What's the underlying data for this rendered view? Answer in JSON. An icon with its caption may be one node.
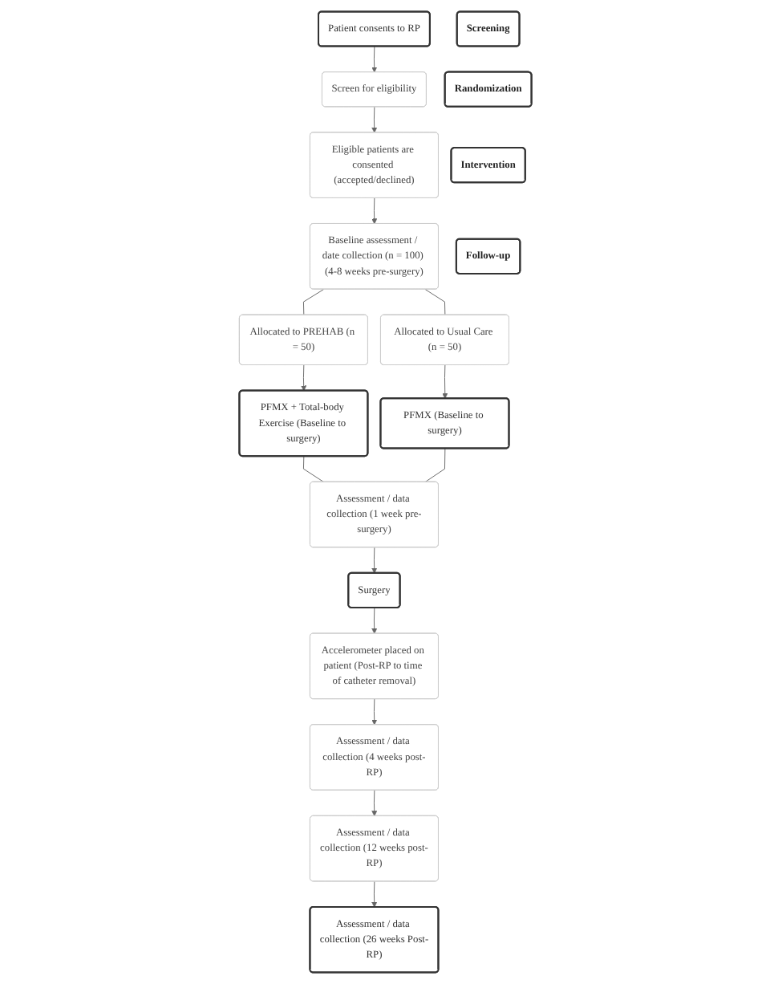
{
  "diagram": {
    "nodes": [
      {
        "text": [
          "Patient consents to RP"
        ]
      },
      {
        "text": [
          "Screen for eligibility"
        ]
      },
      {
        "text": [
          "Eligible patients are consented (accepted/declined)"
        ]
      },
      {
        "text": [
          "Baseline assessment / date collection (n = 100) (4-8 weeks pre-surgery)"
        ]
      },
      {
        "text": [
          "Allocated to PREHAB (n = 50)"
        ]
      },
      {
        "text": [
          "Allocated to Usual Care (n = 50)"
        ]
      },
      {
        "text": [
          "PFMX + Total-body Exercise (Baseline to surgery)"
        ]
      },
      {
        "text": [
          "PFMX (Baseline to surgery)"
        ]
      },
      {
        "text": [
          "Assessment / data collection (1 week pre-surgery)"
        ]
      },
      {
        "text": [
          "Surgery"
        ]
      },
      {
        "text": [
          "Accelerometer placed on patient (Post-RP to time of catheter removal)"
        ]
      },
      {
        "text": [
          "Assessment / data collection (4 weeks post-RP)"
        ]
      },
      {
        "text": [
          "Assessment / data collection (12 weeks post-RP)"
        ]
      },
      {
        "text": [
          "Assessment / data collection (26 weeks Post-RP)"
        ]
      },
      {
        "text": [
          "Screening"
        ]
      },
      {
        "text": [
          "Randomization"
        ]
      },
      {
        "text": [
          "Intervention"
        ]
      },
      {
        "text": [
          "Follow-up"
        ]
      }
    ],
    "edges": [
      {
        "from": 0,
        "to": 1,
        "arrow": "to"
      },
      {
        "from": 1,
        "to": 2,
        "arrow": "to"
      },
      {
        "from": 2,
        "to": 3,
        "arrow": "to"
      },
      {
        "from": 3,
        "to": 4,
        "arrow": "none"
      },
      {
        "from": 3,
        "to": 5,
        "arrow": "none"
      },
      {
        "from": 4,
        "to": 6,
        "arrow": "to"
      },
      {
        "from": 5,
        "to": 7,
        "arrow": "to"
      },
      {
        "from": 6,
        "to": 8,
        "arrow": "none"
      },
      {
        "from": 7,
        "to": 8,
        "arrow": "none"
      },
      {
        "from": 8,
        "to": 9,
        "arrow": "to"
      },
      {
        "from": 9,
        "to": 10,
        "arrow": "to"
      },
      {
        "from": 10,
        "to": 11,
        "arrow": "to"
      },
      {
        "from": 11,
        "to": 12,
        "arrow": "to"
      },
      {
        "from": 12,
        "to": 13,
        "arrow": "to"
      }
    ]
  }
}
